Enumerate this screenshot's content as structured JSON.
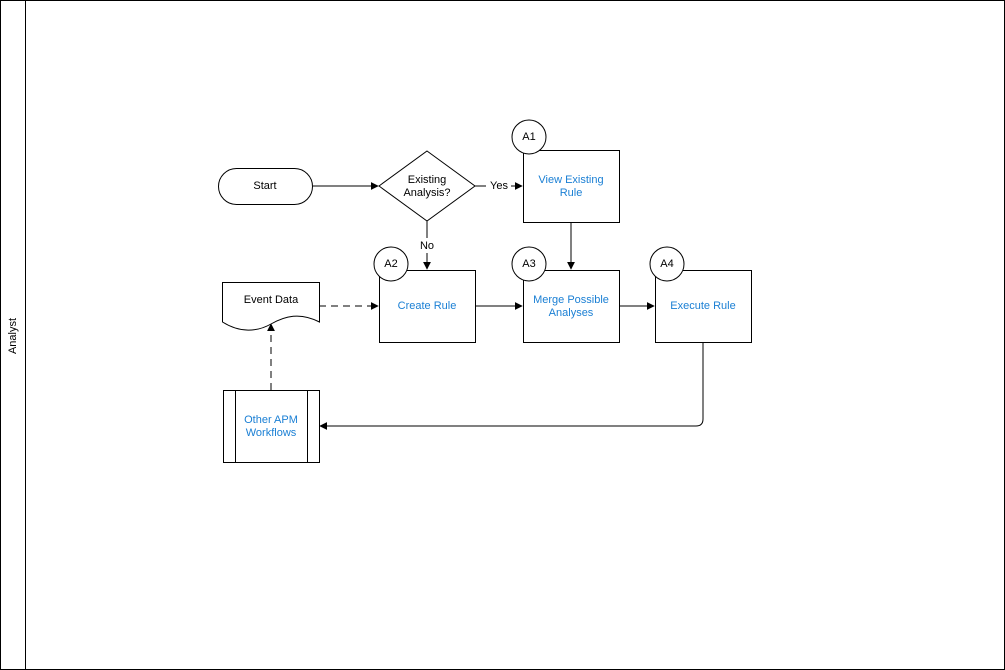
{
  "lane": {
    "label": "Analyst"
  },
  "nodes": {
    "start": {
      "label": "Start"
    },
    "decision": {
      "line1": "Existing",
      "line2": "Analysis?"
    },
    "view_rule": {
      "line1": "View Existing",
      "line2": "Rule",
      "badge": "A1"
    },
    "create_rule": {
      "label": "Create Rule",
      "badge": "A2"
    },
    "merge": {
      "line1": "Merge Possible",
      "line2": "Analyses",
      "badge": "A3"
    },
    "execute": {
      "label": "Execute Rule",
      "badge": "A4"
    },
    "event_data": {
      "label": "Event Data"
    },
    "other_apm": {
      "line1": "Other APM",
      "line2": "Workflows"
    }
  },
  "edges": {
    "yes": "Yes",
    "no": "No"
  },
  "colors": {
    "link": "#1a7fd4",
    "stroke": "#000000",
    "background": "#ffffff"
  }
}
